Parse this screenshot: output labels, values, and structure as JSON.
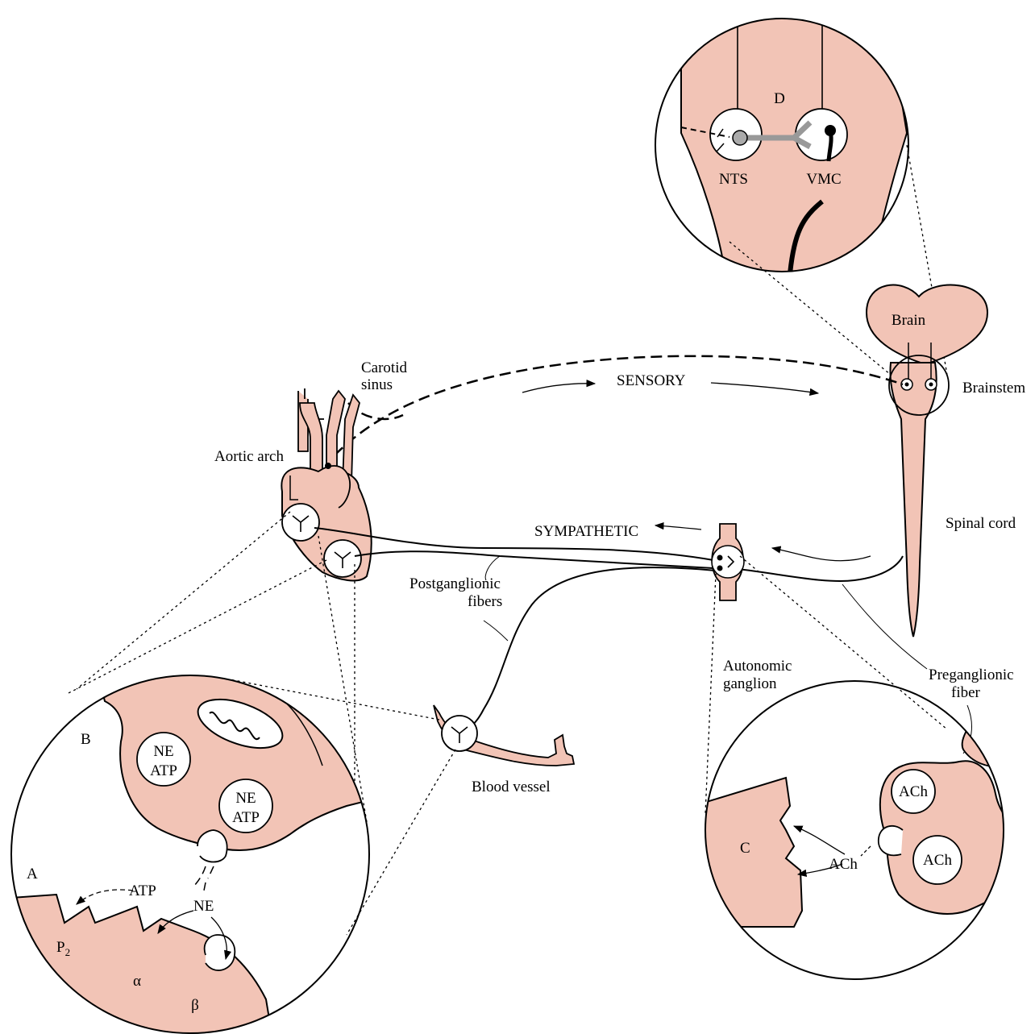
{
  "colors": {
    "tissue": "#f2c4b6",
    "outline": "#000000",
    "background": "#ffffff",
    "nts_link": "#aaaaaa"
  },
  "labels": {
    "D": "D",
    "NTS": "NTS",
    "VMC": "VMC",
    "brain": "Brain",
    "brainstem": "Brainstem",
    "spinal_cord": "Spinal cord",
    "carotid_line1": "Carotid",
    "carotid_line2": "sinus",
    "sensory": "SENSORY",
    "aortic_arch": "Aortic arch",
    "sympathetic": "SYMPATHETIC",
    "postganglionic_line1": "Postganglionic",
    "postganglionic_line2": "fibers",
    "autonomic_line1": "Autonomic",
    "autonomic_line2": "ganglion",
    "preganglionic_line1": "Preganglionic",
    "preganglionic_line2": "fiber",
    "blood_vessel": "Blood vessel",
    "B": "B",
    "A": "A",
    "C": "C",
    "ne": "NE",
    "atp": "ATP",
    "ach": "ACh",
    "p2_main": "P",
    "p2_sub": "2",
    "alpha": "α",
    "beta": "β"
  }
}
